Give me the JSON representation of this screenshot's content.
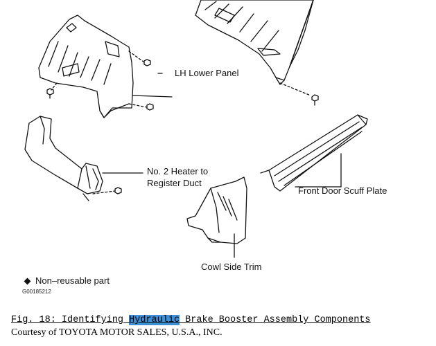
{
  "labels": {
    "lh_lower_panel": "LH Lower Panel",
    "heater_duct_line1": "No. 2 Heater to",
    "heater_duct_line2": "Register Duct",
    "front_door_scuff_plate": "Front Door Scuff Plate",
    "cowl_side_trim": "Cowl Side Trim"
  },
  "legend": {
    "symbol_icon": "diamond-icon",
    "text": "Non–reusable part"
  },
  "figure_code": "G00185212",
  "caption": {
    "prefix": "Fig. 18: Identifying ",
    "highlight": "Hydraulic",
    "suffix": " Brake Booster Assembly Components",
    "highlight_color": "#3d8fd6"
  },
  "credit": "Courtesy of TOYOTA MOTOR SALES, U.S.A., INC."
}
